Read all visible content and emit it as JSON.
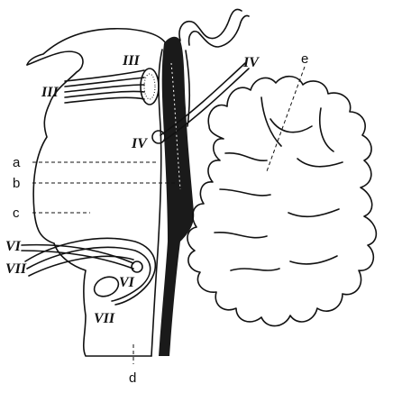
{
  "labels": {
    "a": "a",
    "b": "b",
    "c": "c",
    "d": "d",
    "e": "e",
    "nerve_III_left": "III",
    "nerve_III_root": "III",
    "nerve_IV_right": "IV",
    "nerve_IV_root": "IV",
    "nerve_VI_left": "VI",
    "nerve_VI_root": "VI",
    "nerve_VII_left": "VII",
    "nerve_VII_root": "VII"
  }
}
